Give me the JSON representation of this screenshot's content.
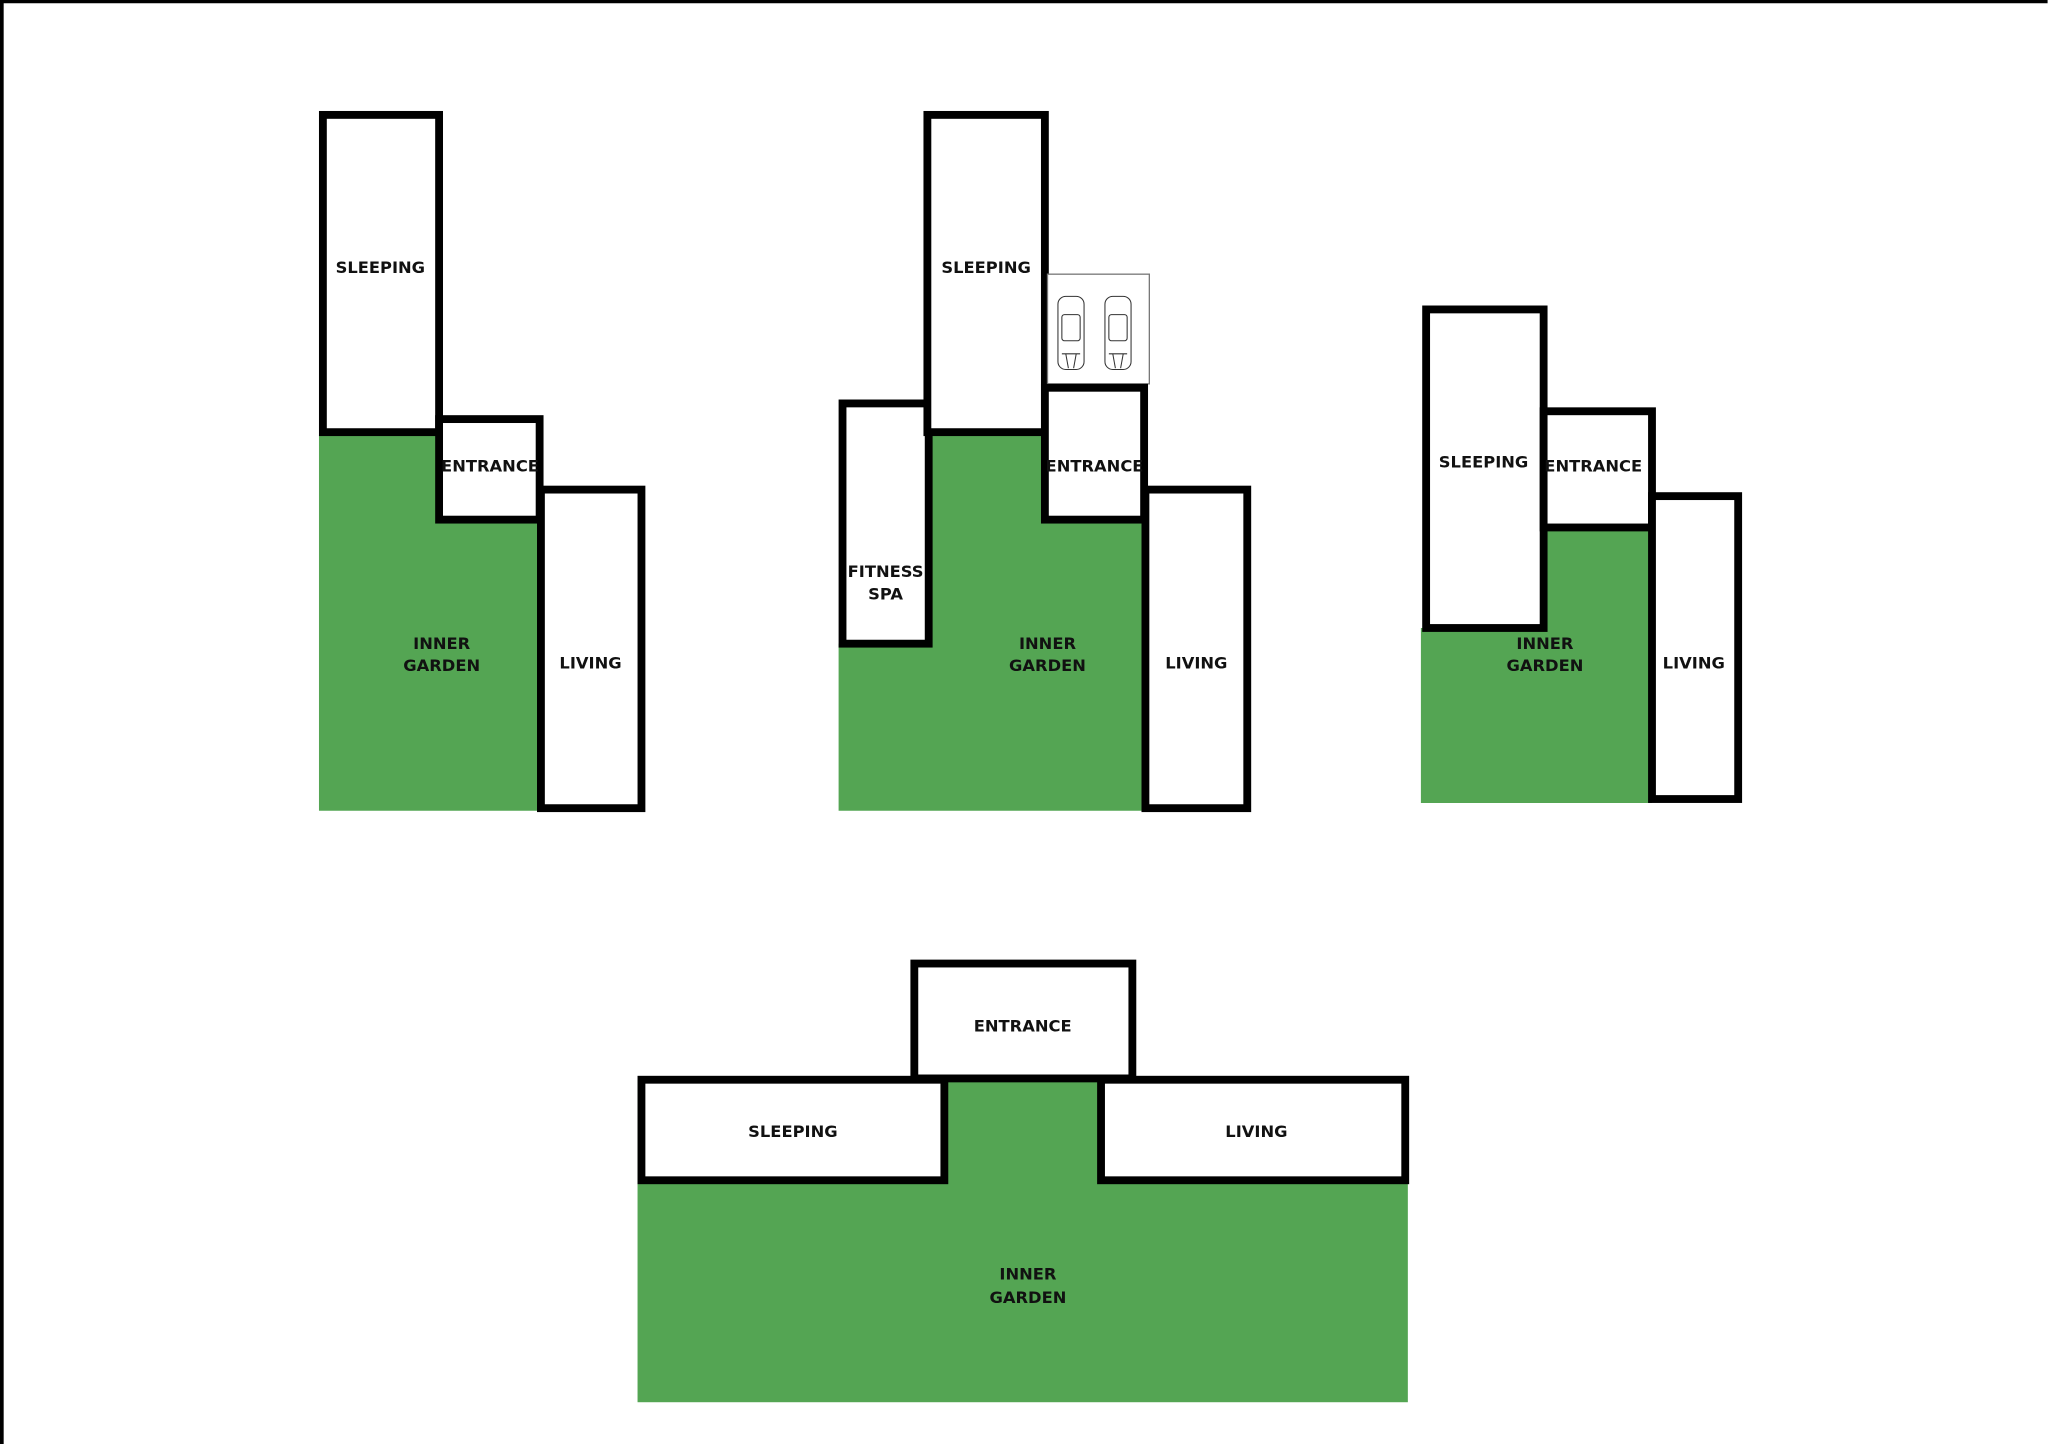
{
  "colors": {
    "garden": "#54a553",
    "wall": "#000000",
    "background": "#ffffff"
  },
  "plans": [
    {
      "sleeping": "SLEEPING",
      "entrance": "ENTRANCE",
      "living": "LIVING",
      "garden": [
        "INNER",
        "GARDEN"
      ]
    },
    {
      "sleeping": "SLEEPING",
      "entrance": "ENTRANCE",
      "living": "LIVING",
      "garden": [
        "INNER",
        "GARDEN"
      ],
      "fitness": [
        "FITNESS",
        "SPA"
      ],
      "parking_icon": "car-parking-icon"
    },
    {
      "sleeping": "SLEEPING",
      "entrance": "ENTRANCE",
      "living": "LIVING",
      "garden": [
        "INNER",
        "GARDEN"
      ]
    },
    {
      "sleeping": "SLEEPING",
      "entrance": "ENTRANCE",
      "living": "LIVING",
      "garden": [
        "INNER",
        "GARDEN"
      ]
    }
  ]
}
